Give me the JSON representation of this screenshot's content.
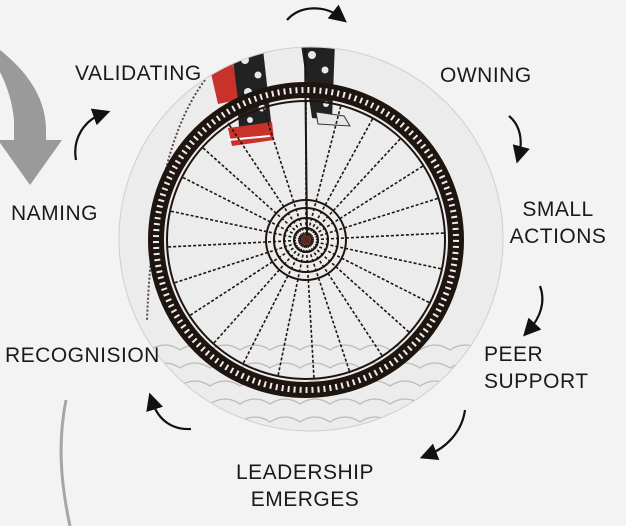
{
  "cycle": {
    "stages": [
      {
        "id": "validating",
        "text": "VALIDATING"
      },
      {
        "id": "owning",
        "text": "OWNING"
      },
      {
        "id": "small-actions",
        "line1": "SMALL",
        "line2": "ACTIONS"
      },
      {
        "id": "peer-support",
        "text": "PEER SUPPORT"
      },
      {
        "id": "leadership-emerges",
        "line1": "LEADERSHIP",
        "line2": "EMERGES"
      },
      {
        "id": "recognision",
        "text": "RECOGNISION"
      },
      {
        "id": "naming",
        "text": "NAMING"
      }
    ]
  },
  "colors": {
    "background": "#f3f3f3",
    "wheel_paper": "#ececec",
    "ink": "#1e1410",
    "accent_red": "#c8322a",
    "big_arrow": "#9a9a9a",
    "arrow": "#111111"
  },
  "illustration": "penny-farthing-wheel-drawing"
}
